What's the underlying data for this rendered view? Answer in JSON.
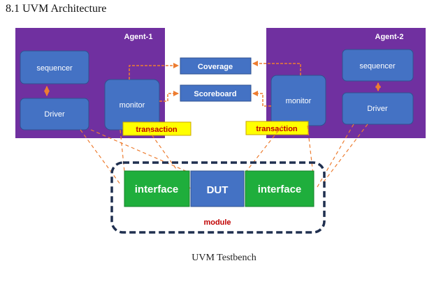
{
  "page": {
    "heading": "8.1 UVM Architecture",
    "caption": "UVM Testbench"
  },
  "diagram": {
    "agent1": {
      "title": "Agent-1",
      "sequencer": "sequencer",
      "driver": "Driver",
      "monitor": "monitor"
    },
    "agent2": {
      "title": "Agent-2",
      "sequencer": "sequencer",
      "driver": "Driver",
      "monitor": "monitor"
    },
    "coverage": "Coverage",
    "scoreboard": "Scoreboard",
    "transaction_left": "transaction",
    "transaction_right": "transaction",
    "interface_left": "interface",
    "dut": "DUT",
    "interface_right": "interface",
    "module": "module"
  },
  "colors": {
    "agent_purple": "#7030a0",
    "block_blue": "#4472c4",
    "interface_green": "#1fae3c",
    "transaction_yellow": "#ffff00",
    "arrow_orange": "#ed7d31",
    "module_border": "#1f2f4f",
    "module_text": "#c00000"
  }
}
